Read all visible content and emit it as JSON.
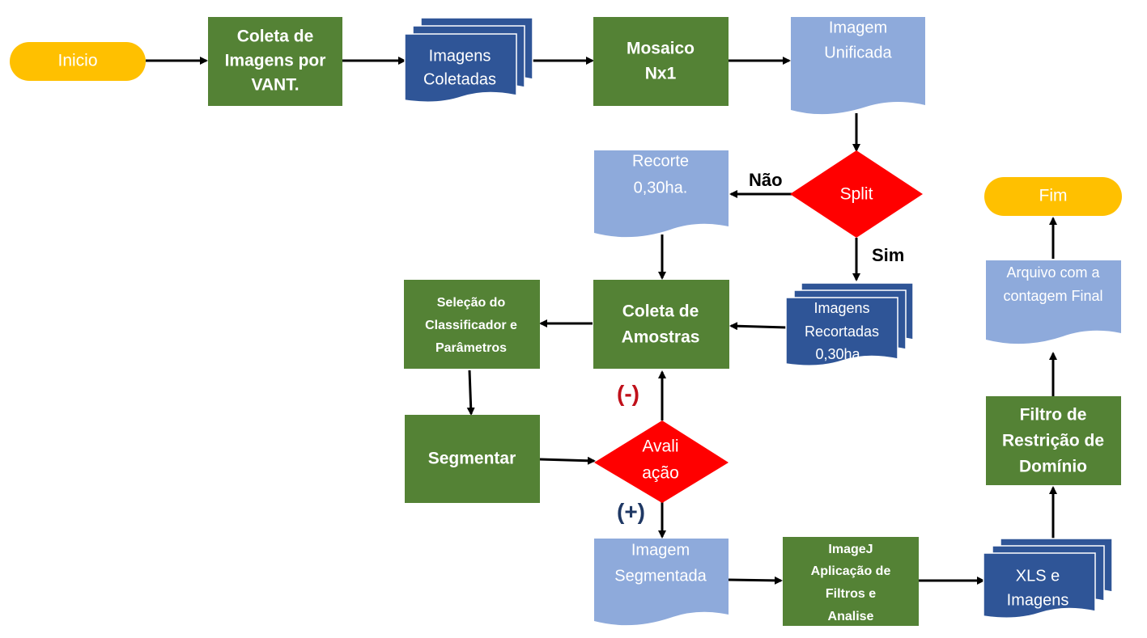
{
  "colors": {
    "terminal": "#ffc000",
    "process": "#548235",
    "multidoc": "#2f5597",
    "doc": "#8eaadb",
    "decision": "#ff0000"
  },
  "nodes": {
    "inicio": [
      "Inicio"
    ],
    "coleta_imagens": [
      "Coleta de",
      "Imagens por",
      "VANT."
    ],
    "imagens_coletadas": [
      "Imagens",
      "Coletadas"
    ],
    "mosaico": [
      "Mosaico",
      "Nx1"
    ],
    "imagem_unificada": [
      "Imagem",
      "Unificada"
    ],
    "split": [
      "Split"
    ],
    "recorte": [
      "Recorte",
      "0,30ha."
    ],
    "imagens_recortadas": [
      "Imagens",
      "Recortadas",
      "0,30ha"
    ],
    "coleta_amostras": [
      "Coleta de",
      "Amostras"
    ],
    "selecao": [
      "Seleção do",
      "Classificador  e",
      "Parâmetros"
    ],
    "segmentar": [
      "Segmentar"
    ],
    "avaliacao": [
      "Avali",
      "ação"
    ],
    "imagem_segmentada": [
      "Imagem",
      "Segmentada"
    ],
    "imagej": [
      "ImageJ",
      "Aplicação de",
      "Filtros e",
      "Analise"
    ],
    "xls": [
      "XLS e",
      "Imagens"
    ],
    "filtro": [
      "Filtro de",
      "Restrição de",
      "Domínio"
    ],
    "arquivo": [
      "Arquivo com a",
      "contagem Final"
    ],
    "fim": [
      "Fim"
    ]
  },
  "labels": {
    "nao": "Não",
    "sim": "Sim",
    "minus": "(-)",
    "plus": "(+)"
  }
}
